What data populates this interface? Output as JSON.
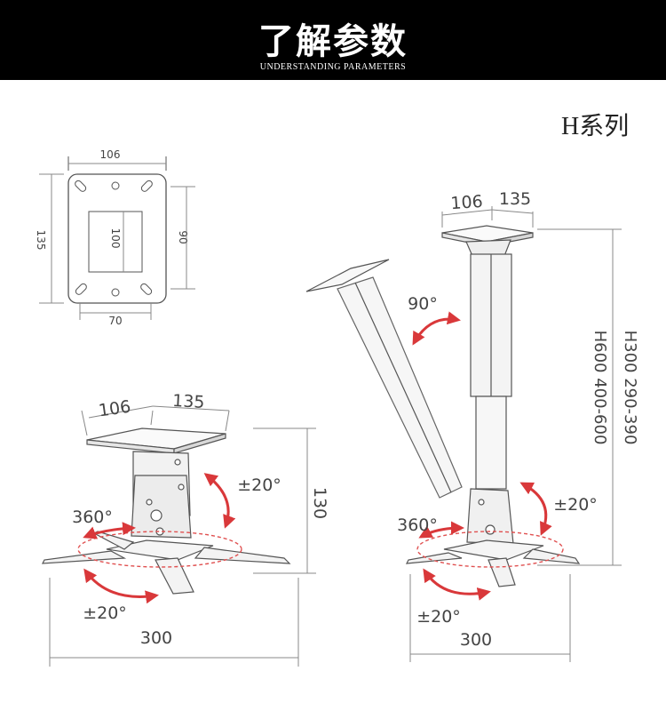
{
  "header": {
    "title": "了解参数",
    "subtitle": "UNDERSTANDING PARAMETERS"
  },
  "series_label": "H系列",
  "colors": {
    "header_bg": "#000000",
    "header_text": "#ffffff",
    "line": "#555555",
    "rotation_arrow": "#d9383a",
    "dash_ellipse": "#e05050"
  },
  "plate_dimensions": {
    "top_width": "106",
    "left_height": "135",
    "inner_height": "100",
    "right_height": "90",
    "bottom_width": "70"
  },
  "short_mount": {
    "top_dim_a": "106",
    "top_dim_b": "135",
    "tilt": "±20°",
    "swivel": "360°",
    "roll": "±20°",
    "height": "130",
    "base_width": "300"
  },
  "long_mount": {
    "top_dim_a": "106",
    "top_dim_b": "135",
    "fold_angle": "90°",
    "tilt": "±20°",
    "swivel": "360°",
    "roll": "±20°",
    "base_width": "300",
    "height_h600": "H600  400-600",
    "height_h300": "H300  290-390"
  }
}
